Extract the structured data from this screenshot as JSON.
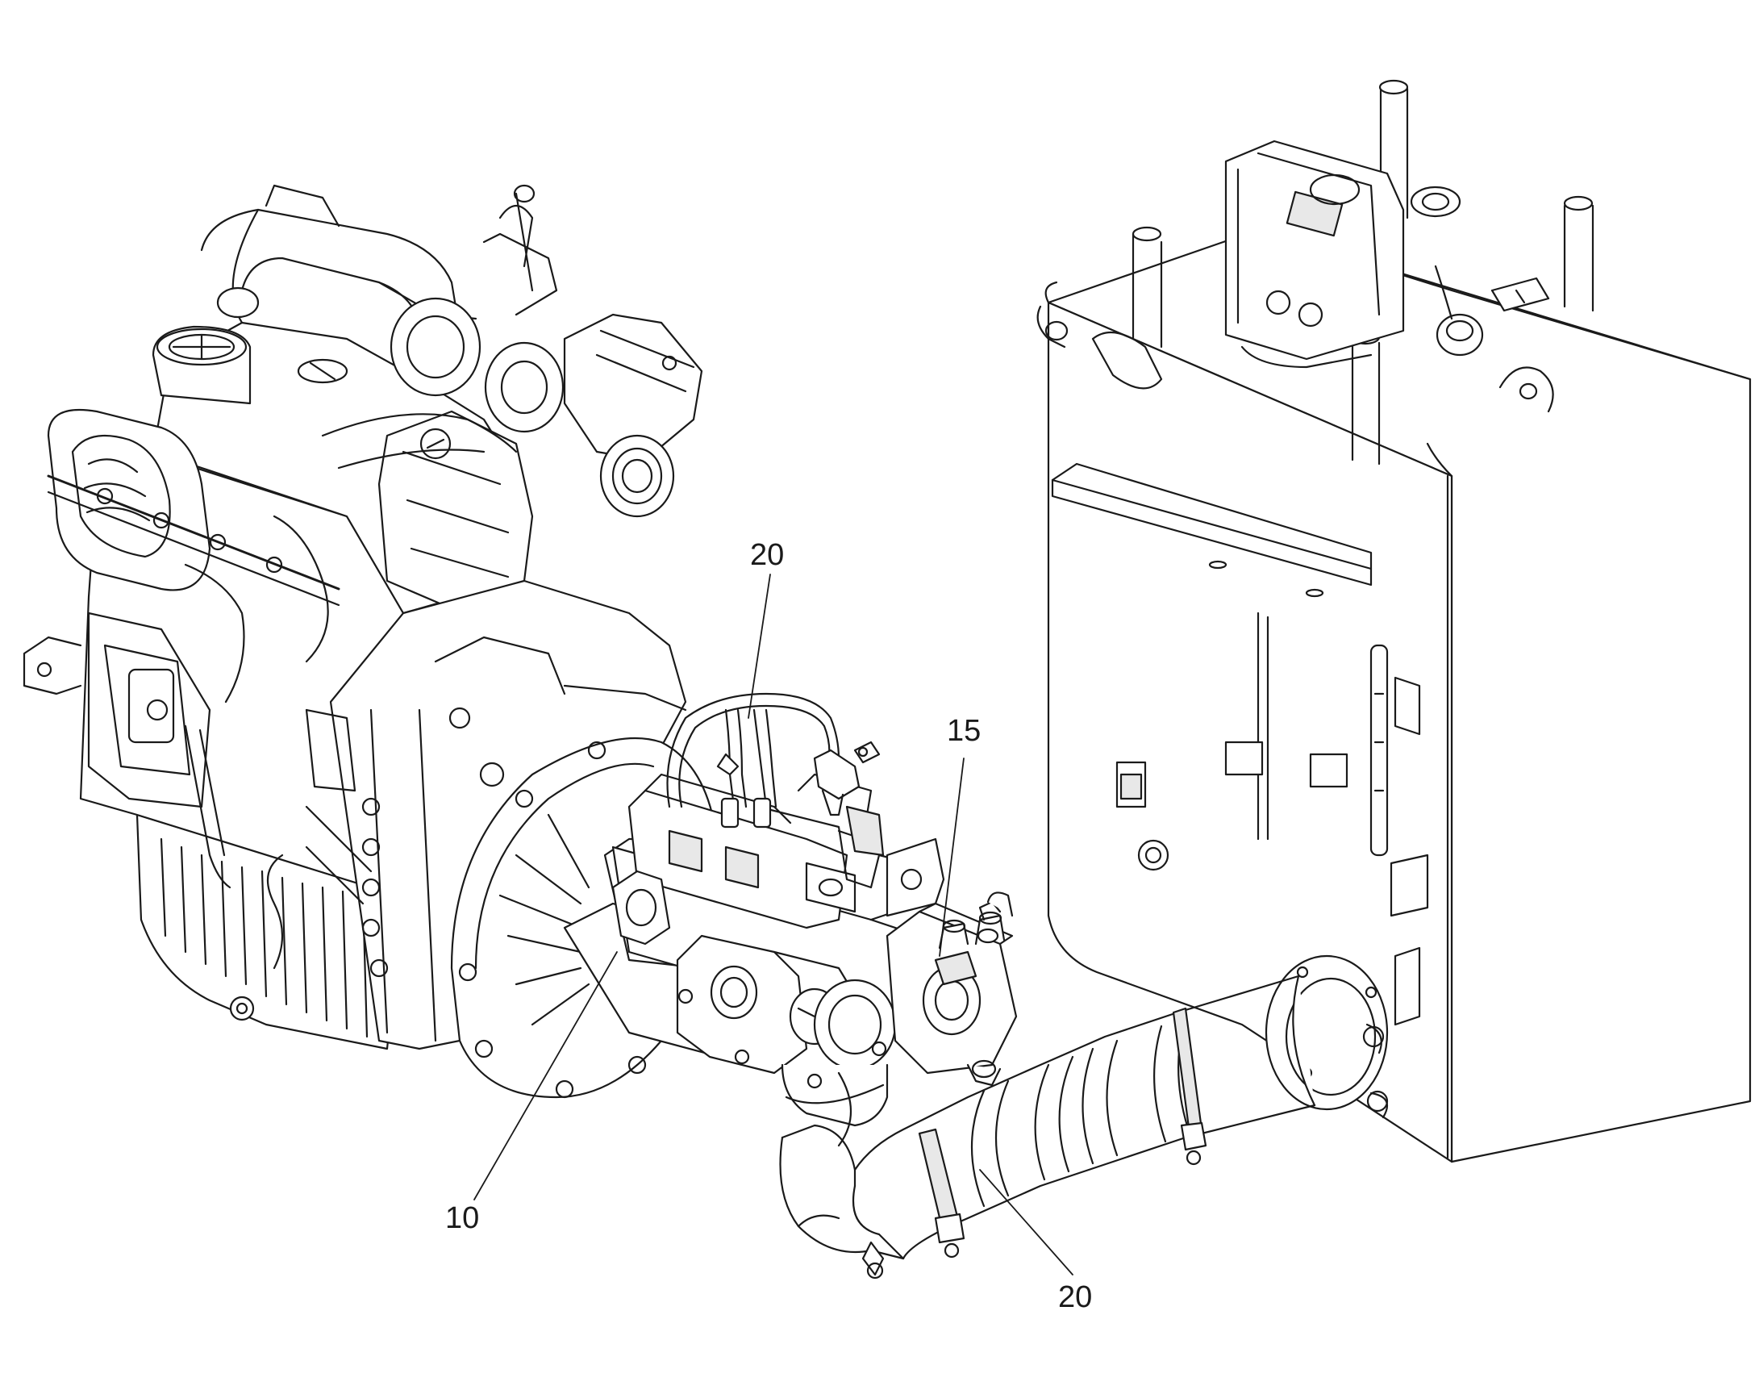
{
  "diagram": {
    "callouts": [
      {
        "id": "callout-20-top",
        "label": "20"
      },
      {
        "id": "callout-15",
        "label": "15"
      },
      {
        "id": "callout-10",
        "label": "10"
      },
      {
        "id": "callout-20-bottom",
        "label": "20"
      }
    ],
    "colors": {
      "line": "#1a1a1a",
      "fill": "#ffffff",
      "shade": "#e8e8e8"
    }
  }
}
